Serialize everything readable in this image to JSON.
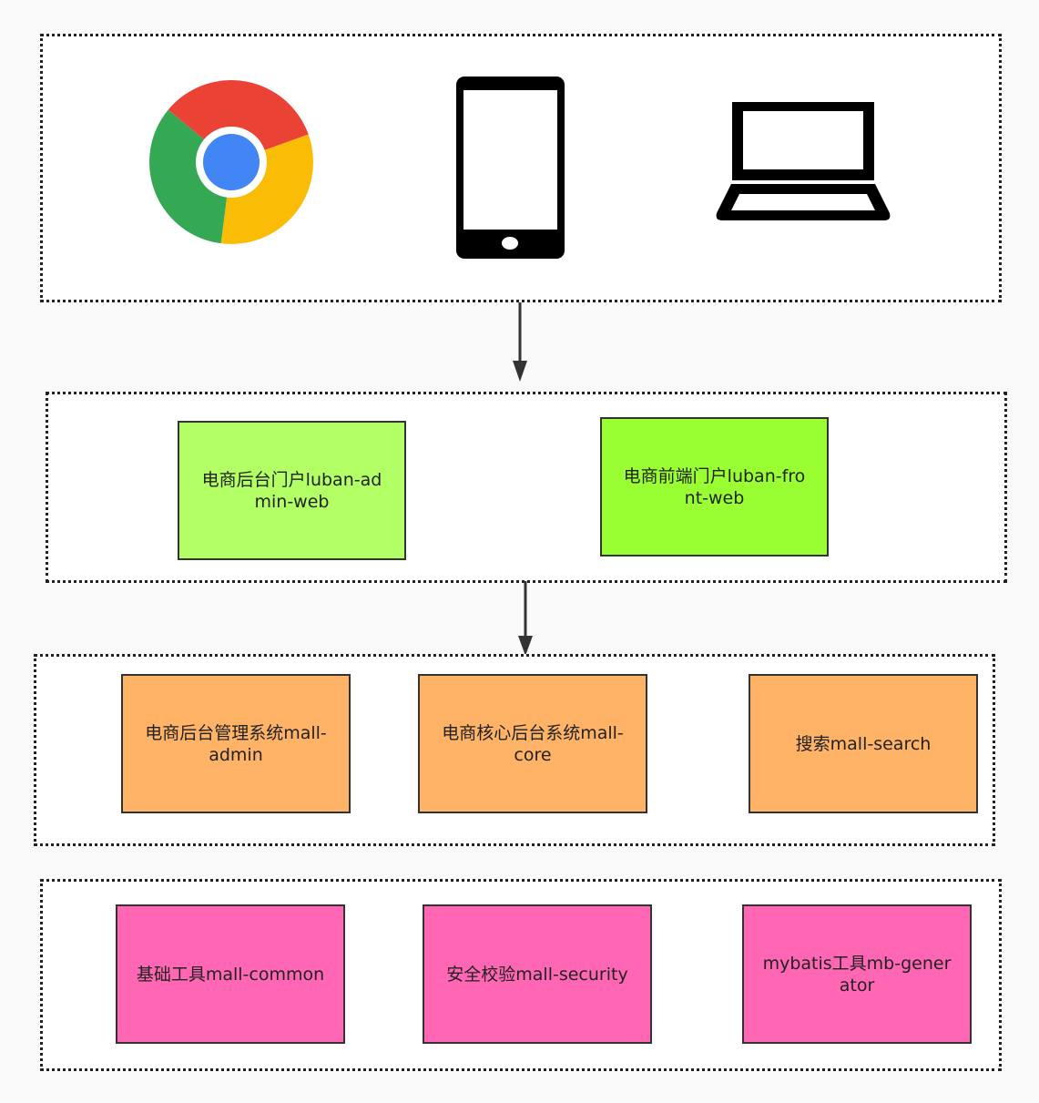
{
  "clients": {
    "icons": [
      "chrome-browser-icon",
      "smartphone-icon",
      "laptop-icon"
    ]
  },
  "web_layer": {
    "admin_web": "电商后台门户luban-admin-web",
    "front_web": "电商前端门户luban-front-web"
  },
  "service_layer": {
    "mall_admin": "电商后台管理系统mall-admin",
    "mall_core": "电商核心后台系统mall-core",
    "mall_search": "搜索mall-search"
  },
  "base_layer": {
    "mall_common": "基础工具mall-common",
    "mall_security": "安全校验mall-security",
    "mb_generator": "mybatis工具mb-generator"
  },
  "colors": {
    "light_green": "#b3ff66",
    "bright_green": "#99ff33",
    "orange": "#ffb366",
    "pink": "#ff66b3",
    "arrow": "#333333"
  }
}
